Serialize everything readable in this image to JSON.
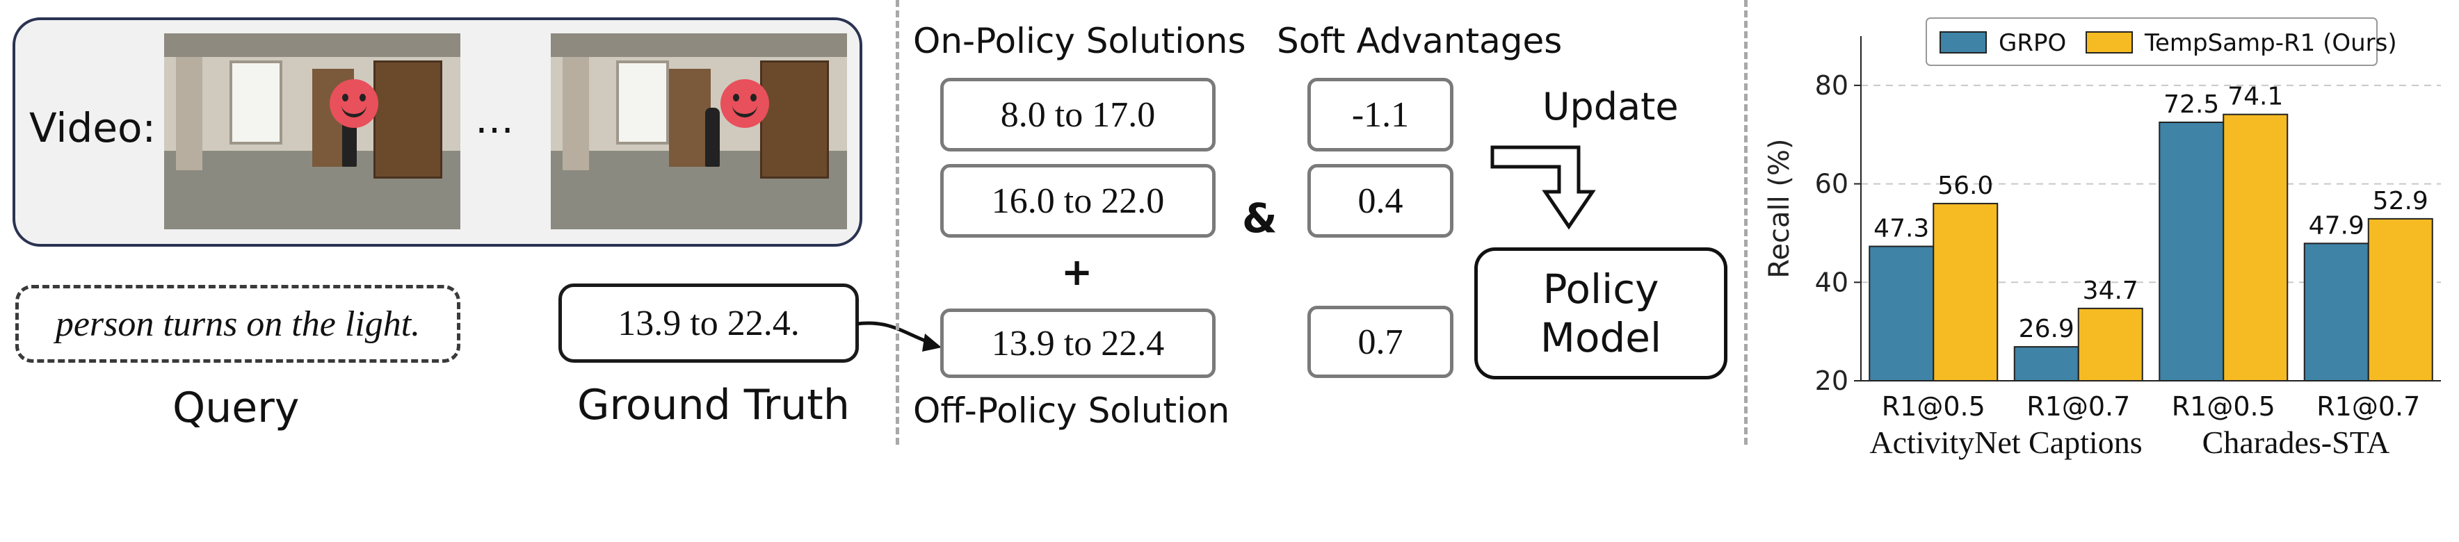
{
  "left": {
    "video_label": "Video:",
    "ellipsis": "…",
    "query_text": "person turns on the light.",
    "query_caption": "Query",
    "ground_truth_value": "13.9 to 22.4.",
    "ground_truth_caption": "Ground Truth"
  },
  "middle": {
    "on_policy_title": "On-Policy Solutions",
    "soft_adv_title": "Soft Advantages",
    "solutions": [
      "8.0 to 17.0",
      "16.0 to 22.0",
      "13.9 to 22.4"
    ],
    "advantages": [
      "-1.1",
      "0.4",
      "0.7"
    ],
    "plus": "+",
    "ampersand": "&",
    "off_policy_title": "Off-Policy Solution",
    "update_label": "Update",
    "policy_model_line1": "Policy",
    "policy_model_line2": "Model"
  },
  "chart_data": {
    "type": "bar",
    "ylabel": "Recall (%)",
    "ylim": [
      20,
      90
    ],
    "yticks": [
      20,
      40,
      60,
      80
    ],
    "grid": true,
    "legend_position": "top",
    "categories": [
      "R1@0.5",
      "R1@0.7",
      "R1@0.5",
      "R1@0.7"
    ],
    "groups": [
      {
        "label": "ActivityNet Captions",
        "categories": [
          "R1@0.5",
          "R1@0.7"
        ]
      },
      {
        "label": "Charades-STA",
        "categories": [
          "R1@0.5",
          "R1@0.7"
        ]
      }
    ],
    "series": [
      {
        "name": "GRPO",
        "color": "#3f83a6",
        "values": [
          47.3,
          26.9,
          72.5,
          47.9
        ]
      },
      {
        "name": "TempSamp-R1 (Ours)",
        "color": "#f6bb23",
        "values": [
          56.0,
          34.7,
          74.1,
          52.9
        ]
      }
    ]
  }
}
